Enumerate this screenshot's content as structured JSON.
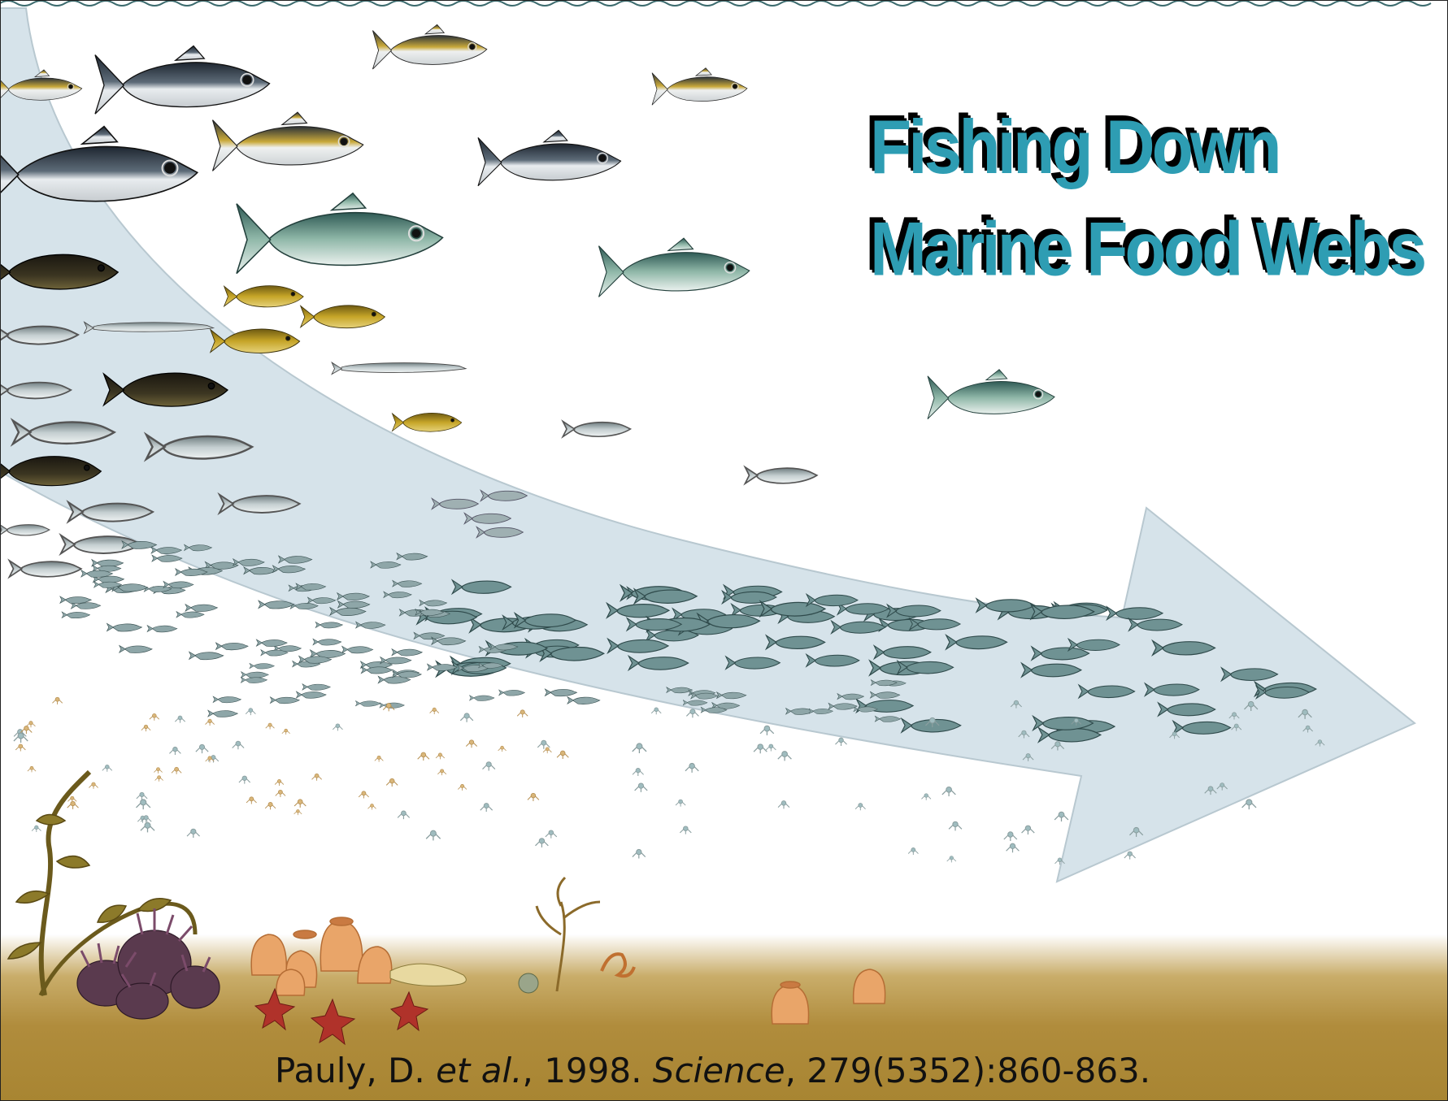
{
  "title": {
    "line1": "Fishing Down",
    "line2": "Marine Food Webs",
    "color": "#2e9db3",
    "shadow_color": "#000000"
  },
  "citation": {
    "authors": "Pauly, D. ",
    "et_al": "et al.",
    "year": ", 1998. ",
    "journal": "Science",
    "ref": ", 279(5352):860-863."
  },
  "colors": {
    "arrow": "#d6e3ea",
    "seafloor": "#b08c3c",
    "sea_surface_line": "#3c6b6e"
  },
  "scene_elements": {
    "large_fish": [
      "tuna",
      "tuna",
      "tuna",
      "tuna",
      "tuna",
      "mackerel",
      "mackerel"
    ],
    "medium_fish": [
      "grouper",
      "grouper",
      "grunt",
      "grunt",
      "barracuda",
      "barracuda",
      "herring",
      "herring"
    ],
    "small_fish": [
      "anchovy-school",
      "sardine-school"
    ],
    "plankton": [
      "zooplankton",
      "copepods"
    ],
    "bottom": [
      "kelp",
      "sea-anemones",
      "sponges",
      "starfish",
      "sea-slug",
      "bryozoan"
    ]
  }
}
